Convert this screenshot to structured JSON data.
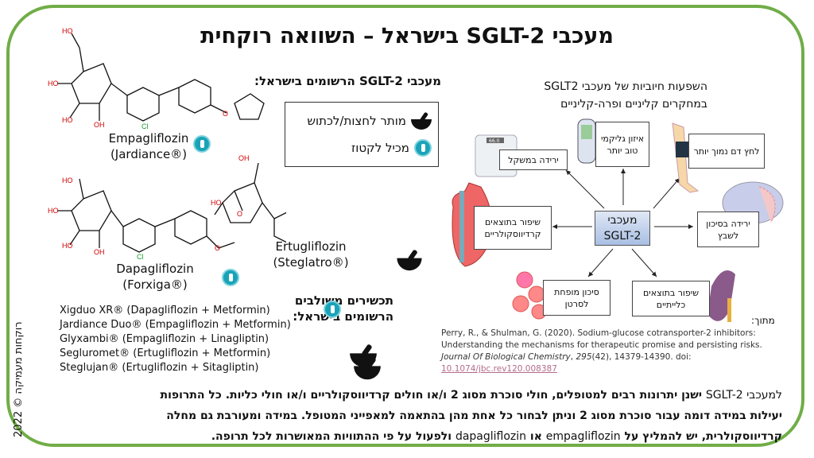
{
  "title": "מעכבי SGLT-2 בישראל – השוואה רוקחית",
  "registered_heading": "מעכבי SGLT-2 הרשומים בישראל:",
  "drugs": [
    {
      "generic": "Empagliflozin",
      "brand": "(Jardiance®)",
      "icon": "bottle-icon"
    },
    {
      "generic": "Dapagliflozin",
      "brand": "(Forxiga®)",
      "icon": "bottle-icon"
    },
    {
      "generic": "Ertugliflozin",
      "brand": "(Steglatro®)",
      "icon": "mortar-icon"
    }
  ],
  "legend": {
    "mortar": "מותר לחצות/לכתוש",
    "bottle": "מכיל לקטוז"
  },
  "combos_heading": [
    "תכשירים משולבים",
    "הרשומים בישראל:"
  ],
  "combos": [
    "Xigduo XR®  (Dapagliflozin + Metformin)",
    "Jardiance Duo® (Empagliflozin + Metformin)",
    "Glyxambi® (Empagliflozin + Linagliptin)",
    "Segluromet® (Ertugliflozin + Metformin)",
    "Steglujan® (Ertugliflozin + Sitagliptin)"
  ],
  "diagram": {
    "title1": "השפעות חיוביות של מעכבי SGLT2",
    "title2": "במחקרים קליניים ופרה-קליניים",
    "center1": "מעכבי",
    "center2": "SGLT-2",
    "weight": "ירידה במשקל",
    "glycemic": "איזון גליקמי טוב יותר",
    "bp": "לחץ דם נמוך יותר",
    "stroke": "ירידה בסיכון לשבץ",
    "cardio": "שיפור בתוצאים קרדיווסקולריים",
    "cancer": "סיכון מופחת לסרטן",
    "renal": "שיפור בתוצאים כלייתיים",
    "scale_display": "66.0"
  },
  "source_label": "מתוך:",
  "reference": {
    "text": "Perry, R., & Shulman, G. (2020). Sodium-glucose cotransporter-2 inhibitors: Understanding the mechanisms for therapeutic promise and persisting risks.",
    "journal": "Journal Of Biological Chemistry",
    "volume": "295",
    "rest": "(42), 14379-14390. doi: ",
    "doi": "10.1074/jbc.rev120.008387"
  },
  "copyright": "רוקחות מעמיקה © 2022",
  "bottom": {
    "l1a": "למעכבי SGLT-2",
    "l1b": " ישנן יתרונות רבים למטופלים, חולי סוכרת מסוג 2 ו/או חולים קרדיווסקולריים ו/או חולי כליות. כל התרופות",
    "l2": "יעילות במידה דומה עבור סוכרת מסוג 2 וניתן לבחור כל אחת מהן בהתאמה למאפייני המטופל. במידה ומעורבת גם מחלה",
    "l3a": "קרדיווסקולרית, יש להמליץ על ",
    "l3b": "empagliflozin",
    "l3c": " או ",
    "l3d": "dapagliflozin",
    "l3e": " ולפעול על פי ההתוויות המאושרות לכל תרופה."
  },
  "colors": {
    "border": "#70ad47",
    "bottle": "#1aa3b8",
    "center": "#a9bfe3"
  }
}
